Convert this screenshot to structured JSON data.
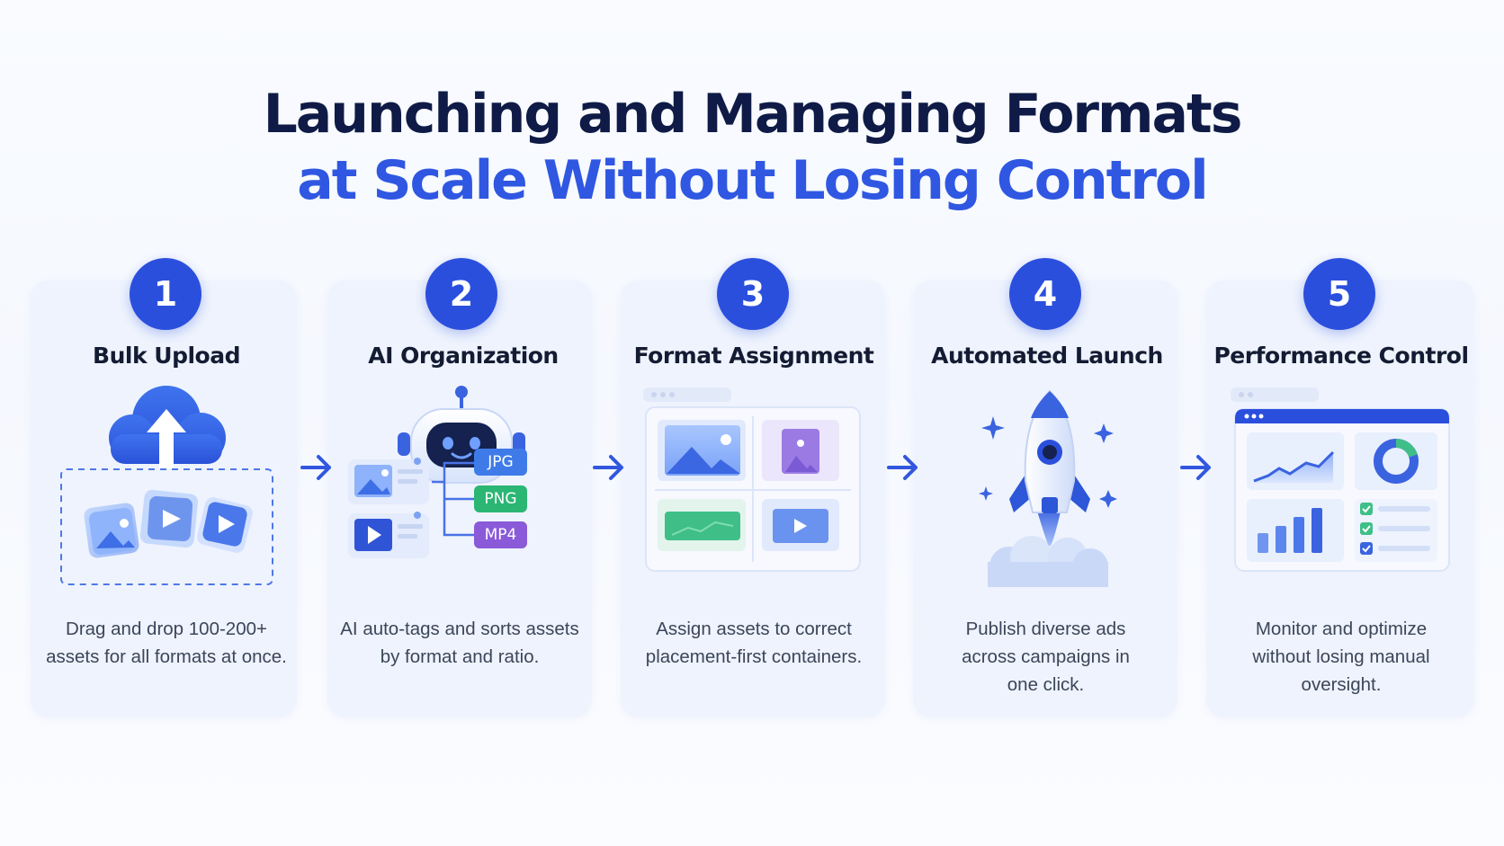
{
  "title": {
    "line1": "Launching and Managing Formats",
    "line2": "at Scale Without Losing Control"
  },
  "steps": [
    {
      "number": "1",
      "title": "Bulk Upload",
      "description": "Drag and drop 100-200+ assets for all formats at once.",
      "icon": "cloud-upload-icon"
    },
    {
      "number": "2",
      "title": "AI Organization",
      "description": "AI auto-tags and sorts assets by format and ratio.",
      "icon": "robot-icon"
    },
    {
      "number": "3",
      "title": "Format Assignment",
      "description": "Assign assets to correct placement-first containers.",
      "icon": "layout-grid-icon"
    },
    {
      "number": "4",
      "title": "Automated Launch",
      "description": "Publish diverse ads across campaigns in one click.",
      "icon": "rocket-icon"
    },
    {
      "number": "5",
      "title": "Performance Control",
      "description": "Monitor and optimize without losing manual oversight.",
      "icon": "dashboard-icon"
    }
  ],
  "format_tags": [
    "JPG",
    "PNG",
    "MP4"
  ],
  "colors": {
    "title_dark": "#0f1b46",
    "title_blue": "#2f57e2",
    "badge_blue": "#2b4fdd",
    "card_bg": "#eef3fd",
    "tag_jpg": "#3f7be8",
    "tag_png": "#2bb673",
    "tag_mp4": "#8a5ad8"
  }
}
